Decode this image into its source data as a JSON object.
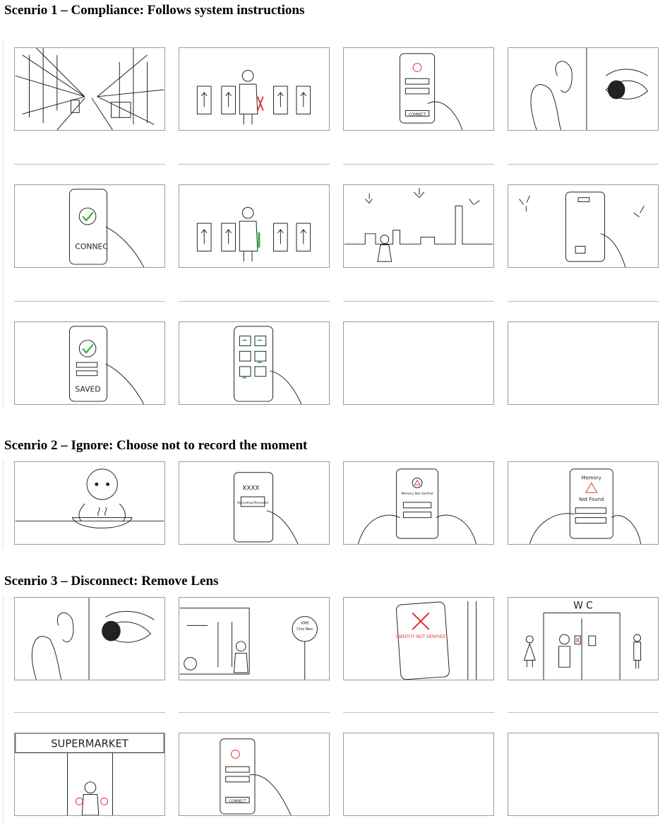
{
  "scenario1": {
    "title": "Scenrio 1 – Compliance: Follows system instructions",
    "panels": [
      {
        "id": "city-street"
      },
      {
        "id": "turnstile-red"
      },
      {
        "id": "phone-connect"
      },
      {
        "id": "eye-lens"
      },
      {
        "id": "phone-check",
        "label": "CONNEC"
      },
      {
        "id": "turnstile-green"
      },
      {
        "id": "fireworks-skyline"
      },
      {
        "id": "phone-camera-fireworks"
      },
      {
        "id": "phone-saved",
        "label": "SAVED"
      },
      {
        "id": "phone-gallery"
      },
      {
        "id": "empty"
      },
      {
        "id": "empty"
      }
    ],
    "button_label": "CONNECT"
  },
  "scenario2": {
    "title": "Scenrio 2 – Ignore: Choose not to record the moment",
    "panels": [
      {
        "id": "person-bowl"
      },
      {
        "id": "phone-recording",
        "label": "XXXX",
        "sublabel": "Recording Removed"
      },
      {
        "id": "phone-memory-warning",
        "label": "Memory Not Verified"
      },
      {
        "id": "phone-memory-notfound",
        "label": "Memory",
        "sublabel": "Not Found"
      }
    ]
  },
  "scenario3": {
    "title": "Scenrio 3 – Disconnect: Remove Lens",
    "panels": [
      {
        "id": "eye-lens"
      },
      {
        "id": "bus-stop",
        "label": "KMB",
        "sublabel": "Choi Wan"
      },
      {
        "id": "identity-not-verified",
        "label": "IDENTITY NOT VERIFIED"
      },
      {
        "id": "wc",
        "label": "W C"
      },
      {
        "id": "supermarket",
        "label": "SUPERMARKET"
      },
      {
        "id": "phone-connect-2"
      },
      {
        "id": "empty"
      },
      {
        "id": "empty"
      }
    ],
    "button_label": "CONNECT"
  }
}
